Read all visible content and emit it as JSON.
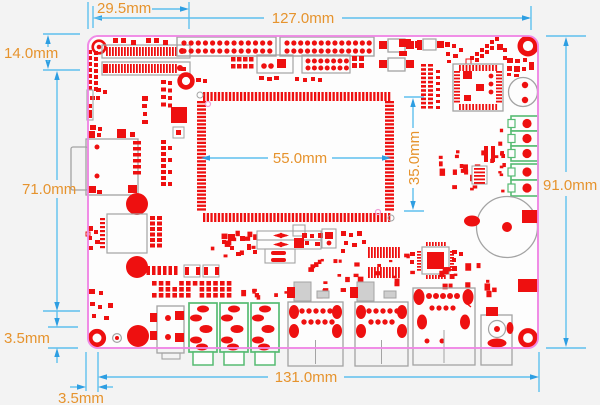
{
  "drawing": {
    "type": "PCB mechanical dimension drawing",
    "unit": "mm",
    "labels": {
      "top_left_offset": "29.5mm",
      "top_width": "127.0mm",
      "left_upper": "14.0mm",
      "left_height": "71.0mm",
      "left_bottom_offset": "3.5mm",
      "module_width": "55.0mm",
      "module_height": "35.0mm",
      "right_height": "91.0mm",
      "bottom_width": "131.0mm",
      "bottom_left_offset": "3.5mm"
    },
    "colors": {
      "board_outline": "#f08ae6",
      "copper_features": "#ee1010",
      "component_outline": "#a3a3a3",
      "connector_highlight": "#56bb72",
      "dimension_line": "#5ec0ee",
      "dimension_arrow": "#2d9ee2",
      "dimension_text": "#e6932d",
      "background": "#f3f3f3",
      "board_fill": "#fdfdfd"
    },
    "components": [
      "mounting-hole",
      "fpc-connector",
      "pin-header",
      "som-module-footprint",
      "microsd-slot",
      "qfp-ic-footprint",
      "buzzer-footprint",
      "screw-terminal-block",
      "electrolytic-capacitor",
      "usb-connector",
      "ethernet-jack",
      "dc-barrel-jack"
    ]
  }
}
